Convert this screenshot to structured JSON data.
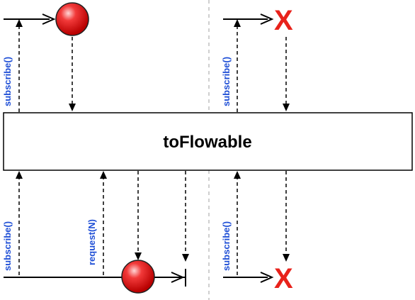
{
  "operator": {
    "label": "toFlowable"
  },
  "signals": {
    "subscribe": "subscribe()",
    "request": "request(N)"
  },
  "markers": {
    "error": "X"
  },
  "colors": {
    "label_blue": "#1f4fd6",
    "marble_red": "#e8221b",
    "error_red": "#e8221b",
    "divider": "#bfbfbf"
  }
}
